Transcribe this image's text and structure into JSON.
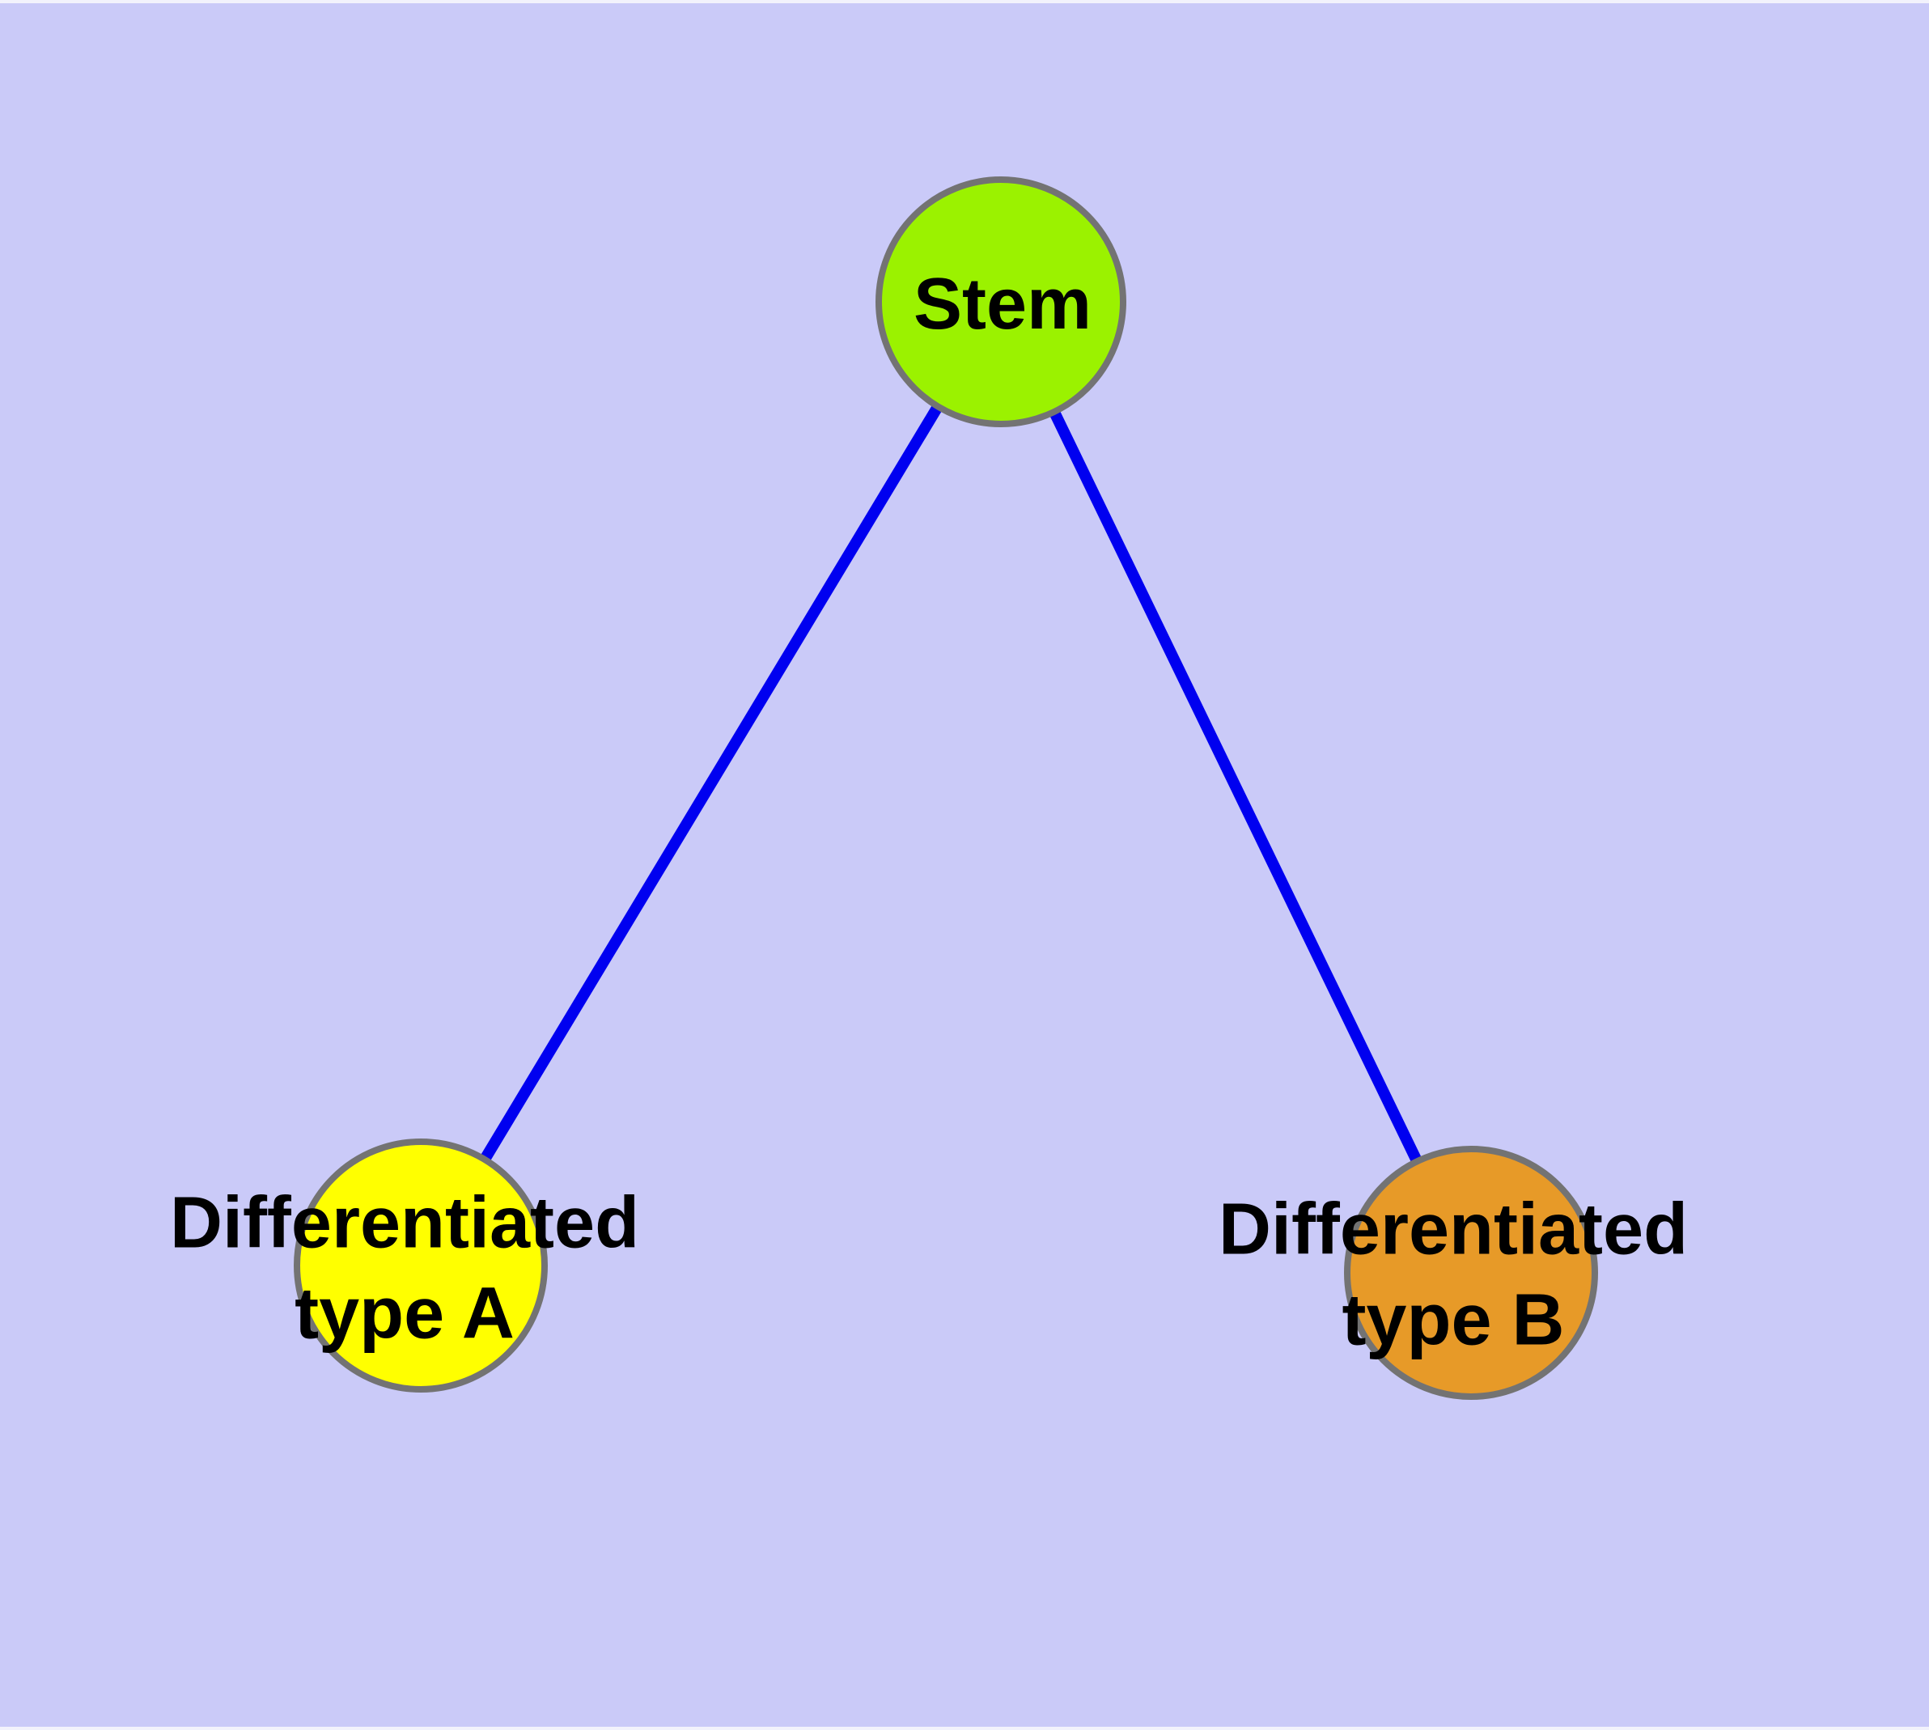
{
  "diagram": {
    "type": "graph",
    "background_color": "#CACAF8",
    "edge_color": "#0000F0",
    "node_border_color": "#737373",
    "label_color": "#000000",
    "nodes": [
      {
        "id": "stem",
        "label": "Stem",
        "label_lines": [
          "Stem"
        ],
        "color": "#9BF200"
      },
      {
        "id": "differentiated-type-a",
        "label": "Differentiated type A",
        "label_lines": [
          "Differentiated",
          "type A"
        ],
        "color": "#FFFF00"
      },
      {
        "id": "differentiated-type-b",
        "label": "Differentiated type B",
        "label_lines": [
          "Differentiated",
          "type B"
        ],
        "color": "#E79A28"
      }
    ],
    "edges": [
      {
        "from": "Stem",
        "to": "Differentiated type A"
      },
      {
        "from": "Stem",
        "to": "Differentiated type B"
      }
    ]
  }
}
